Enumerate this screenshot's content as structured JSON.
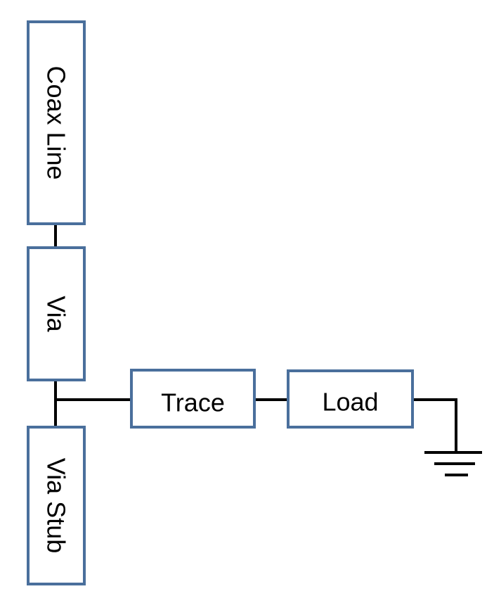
{
  "blocks": {
    "coax": "Coax Line",
    "via": "Via",
    "via_stub": "Via Stub",
    "trace": "Trace",
    "load": "Load"
  },
  "colors": {
    "block_border": "#4a6f9c",
    "wire": "#000000",
    "background": "#ffffff"
  },
  "icons": {
    "ground": "ground-symbol-icon"
  }
}
